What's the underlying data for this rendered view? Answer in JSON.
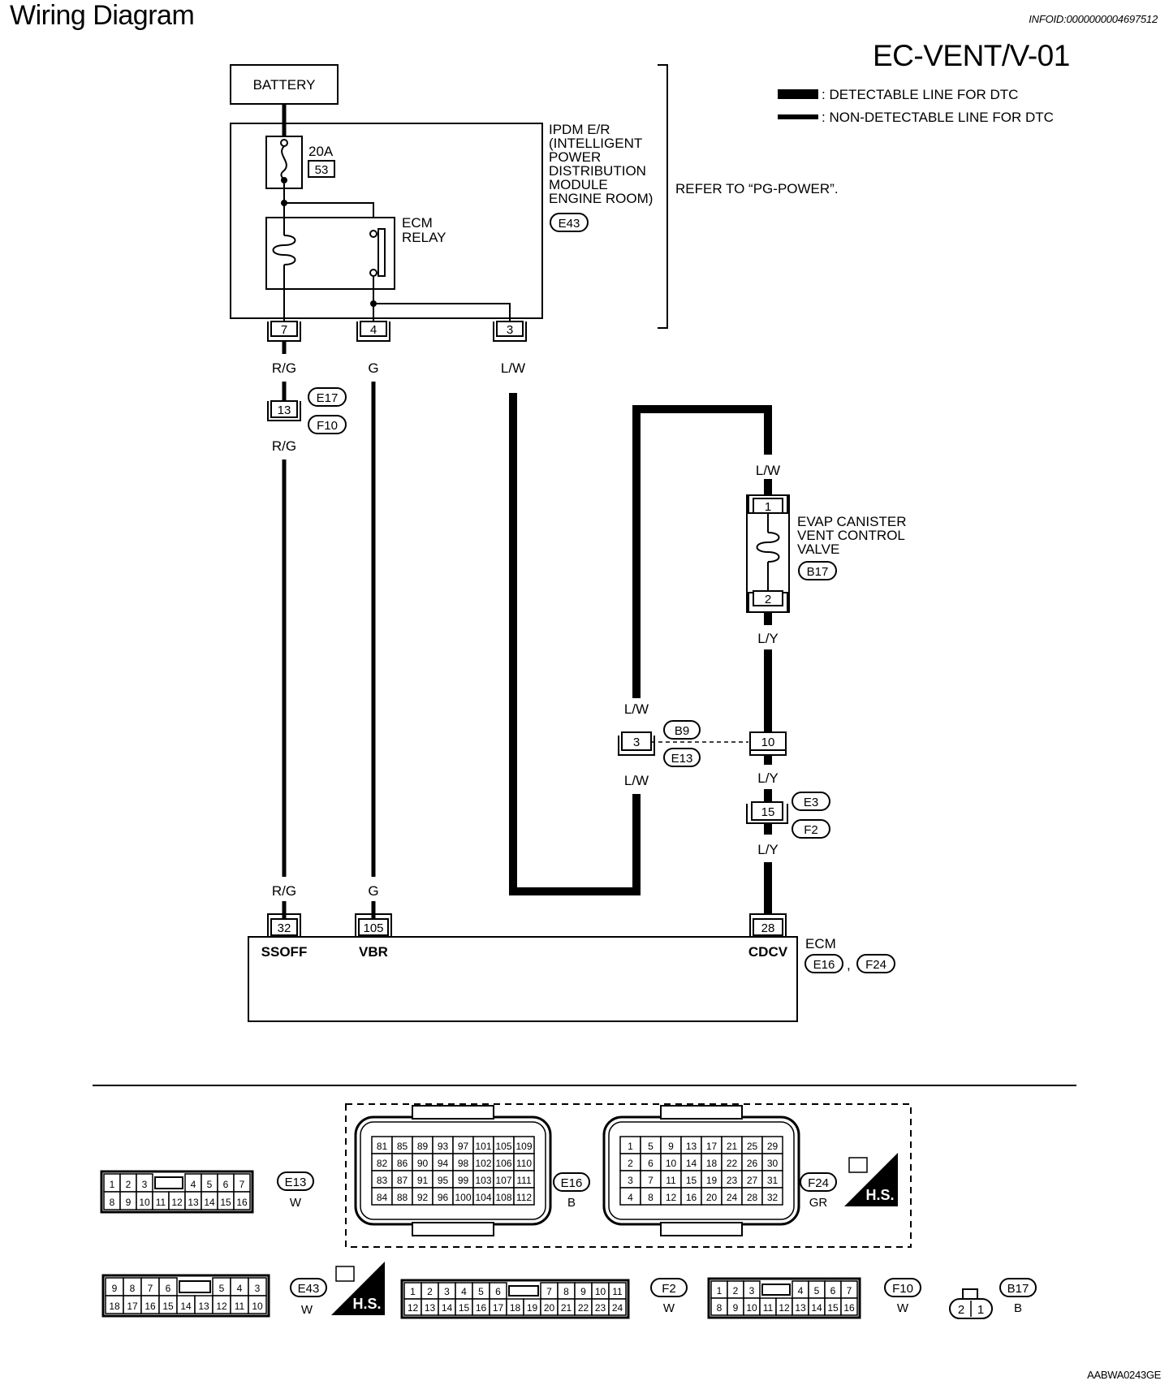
{
  "header": {
    "title": "Wiring Diagram",
    "info_id": "INFOID:0000000004697512",
    "diagram_code": "EC-VENT/V-01",
    "image_code": "AABWA0243GE"
  },
  "legend": {
    "detectable": ": DETECTABLE LINE FOR DTC",
    "non_detectable": ": NON-DETECTABLE LINE FOR DTC"
  },
  "battery": {
    "label": "BATTERY"
  },
  "fuse": {
    "rating": "20A",
    "number": "53"
  },
  "ipdm": {
    "lines": [
      "IPDM E/R",
      "(INTELLIGENT",
      "POWER",
      "DISTRIBUTION",
      "MODULE",
      "ENGINE ROOM)"
    ],
    "connector": "E43",
    "refer": "REFER TO “PG-POWER”."
  },
  "relay": {
    "lines": [
      "ECM",
      "RELAY"
    ]
  },
  "ipdm_pins": [
    "7",
    "4",
    "3"
  ],
  "wires": {
    "rg": "R/G",
    "g": "G",
    "lw": "L/W",
    "ly": "L/Y"
  },
  "joint_e17": {
    "pin": "13",
    "conn_a": "E17",
    "conn_b": "F10"
  },
  "joint_b9": {
    "pin_left": "3",
    "pin_right": "10",
    "conn_a": "B9",
    "conn_b": "E13"
  },
  "joint_e3": {
    "pin": "15",
    "conn_a": "E3",
    "conn_b": "F2"
  },
  "valve": {
    "lines": [
      "EVAP CANISTER",
      "VENT CONTROL",
      "VALVE"
    ],
    "connector": "B17",
    "pin_top": "1",
    "pin_bottom": "2"
  },
  "ecm": {
    "label": "ECM",
    "connector_a": "E16",
    "connector_b": "F24",
    "sep": ",",
    "pins": [
      {
        "num": "32",
        "name": "SSOFF"
      },
      {
        "num": "105",
        "name": "VBR"
      },
      {
        "num": "28",
        "name": "CDCV"
      }
    ]
  },
  "connector_views": {
    "e13": {
      "id": "E13",
      "color": "W",
      "top": [
        "1",
        "2",
        "3",
        "",
        "4",
        "5",
        "6",
        "7"
      ],
      "bottom": [
        "8",
        "9",
        "10",
        "11",
        "12",
        "13",
        "14",
        "15",
        "16"
      ]
    },
    "e16": {
      "id": "E16",
      "color": "B",
      "rows": [
        [
          "81",
          "85",
          "89",
          "93",
          "97",
          "101",
          "105",
          "109"
        ],
        [
          "82",
          "86",
          "90",
          "94",
          "98",
          "102",
          "106",
          "110"
        ],
        [
          "83",
          "87",
          "91",
          "95",
          "99",
          "103",
          "107",
          "111"
        ],
        [
          "84",
          "88",
          "92",
          "96",
          "100",
          "104",
          "108",
          "112"
        ]
      ]
    },
    "f24": {
      "id": "F24",
      "color": "GR",
      "rows": [
        [
          "1",
          "5",
          "9",
          "13",
          "17",
          "21",
          "25",
          "29"
        ],
        [
          "2",
          "6",
          "10",
          "14",
          "18",
          "22",
          "26",
          "30"
        ],
        [
          "3",
          "7",
          "11",
          "15",
          "19",
          "23",
          "27",
          "31"
        ],
        [
          "4",
          "8",
          "12",
          "16",
          "20",
          "24",
          "28",
          "32"
        ]
      ]
    },
    "hs": "H.S.",
    "e43": {
      "id": "E43",
      "color": "W",
      "top": [
        "9",
        "8",
        "7",
        "6",
        "",
        "5",
        "4",
        "3"
      ],
      "bottom": [
        "18",
        "17",
        "16",
        "15",
        "14",
        "13",
        "12",
        "11",
        "10"
      ]
    },
    "f2": {
      "id": "F2",
      "color": "W",
      "top": [
        "1",
        "2",
        "3",
        "4",
        "5",
        "6",
        "",
        "7",
        "8",
        "9",
        "10",
        "11"
      ],
      "bottom": [
        "12",
        "13",
        "14",
        "15",
        "16",
        "17",
        "18",
        "19",
        "20",
        "21",
        "22",
        "23",
        "24"
      ]
    },
    "f10": {
      "id": "F10",
      "color": "W",
      "top": [
        "1",
        "2",
        "3",
        "",
        "4",
        "5",
        "6",
        "7"
      ],
      "bottom": [
        "8",
        "9",
        "10",
        "11",
        "12",
        "13",
        "14",
        "15",
        "16"
      ]
    },
    "b17": {
      "id": "B17",
      "color": "B",
      "pins": [
        "2",
        "1"
      ]
    }
  }
}
